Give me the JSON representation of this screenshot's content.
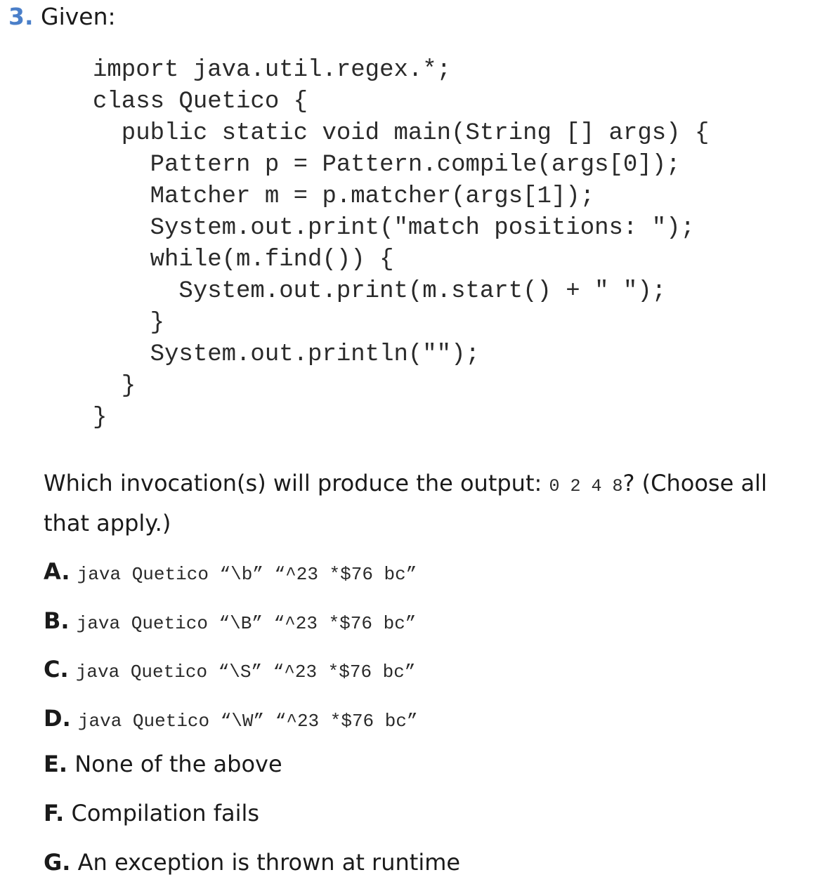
{
  "header": {
    "number": "3.",
    "label": "Given:"
  },
  "code_lines": [
    "import java.util.regex.*;",
    "class Quetico {",
    "  public static void main(String [] args) {",
    "    Pattern p = Pattern.compile(args[0]);",
    "    Matcher m = p.matcher(args[1]);",
    "    System.out.print(\"match positions: \");",
    "    while(m.find()) {",
    "      System.out.print(m.start() + \" \");",
    "    }",
    "    System.out.println(\"\");",
    "  }",
    "}"
  ],
  "question": {
    "prefix": "Which invocation(s) will produce the output: ",
    "output": "0 2 4 8",
    "suffix": "? (Choose all that apply.)"
  },
  "options": [
    {
      "letter": "A.",
      "code": "java Quetico “\\b” “^23 *$76 bc”"
    },
    {
      "letter": "B.",
      "code": "java Quetico “\\B” “^23 *$76 bc”"
    },
    {
      "letter": "C.",
      "code": "java Quetico “\\S” “^23 *$76 bc”"
    },
    {
      "letter": "D.",
      "code": "java Quetico “\\W” “^23 *$76 bc”"
    },
    {
      "letter": "E.",
      "text": "None of the above"
    },
    {
      "letter": "F.",
      "text": "Compilation fails"
    },
    {
      "letter": "G.",
      "text": "An exception is thrown at runtime"
    }
  ]
}
